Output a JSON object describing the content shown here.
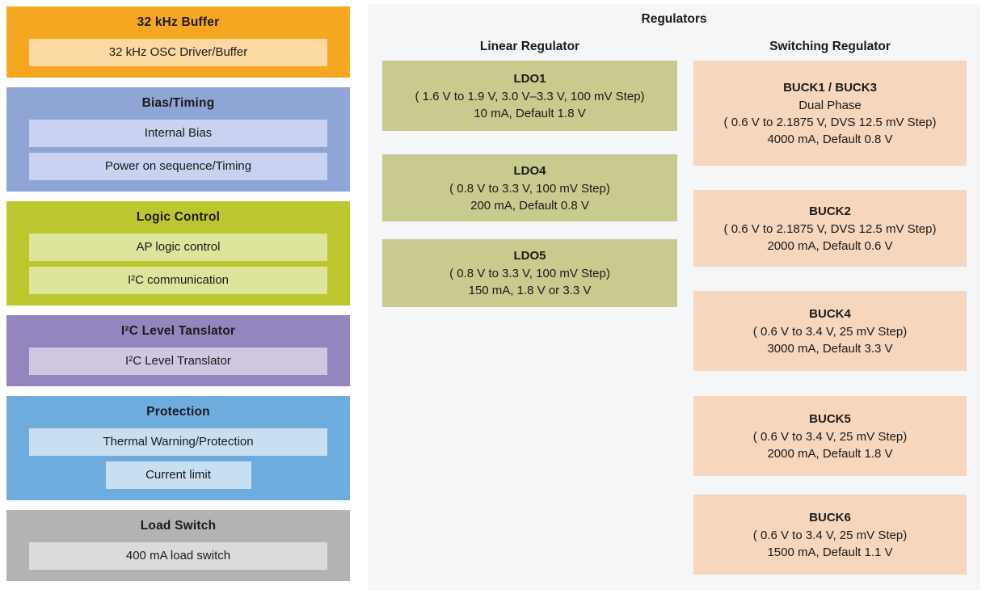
{
  "colors": {
    "panel_bg": "#F5F6F8",
    "linear_box": "#C9CA8E",
    "switching_box": "#F6D6BD",
    "text": "#1A1A1A"
  },
  "left_blocks": [
    {
      "title": "32 kHz Buffer",
      "bg": "#F6A721",
      "item_bg": "#FBD9A2",
      "items": [
        "32 kHz OSC Driver/Buffer"
      ]
    },
    {
      "title": "Bias/Timing",
      "bg": "#8FA5D6",
      "item_bg": "#C9D2F0",
      "items": [
        "Internal Bias",
        "Power on sequence/Timing"
      ]
    },
    {
      "title": "Logic Control",
      "bg": "#BCC72F",
      "item_bg": "#DEE49C",
      "items": [
        "AP logic control",
        "I²C communication"
      ]
    },
    {
      "title": "I²C Level Tanslator",
      "bg": "#9585BE",
      "item_bg": "#CFC6E2",
      "items": [
        "I²C Level Translator"
      ]
    },
    {
      "title": "Protection",
      "bg": "#6FACDE",
      "item_bg": "#C8DFF2",
      "items": [
        "Thermal Warning/Protection",
        "Current limit"
      ]
    },
    {
      "title": "Load Switch",
      "bg": "#B4B3B1",
      "item_bg": "#DCDBD9",
      "items": [
        "400 mA load switch"
      ]
    }
  ],
  "regulators": {
    "title": "Regulators",
    "columns": [
      {
        "header": "Linear Regulator",
        "color": "#C9CA8E",
        "blocks": [
          {
            "name": "LDO1",
            "lines": [
              "( 1.6 V to 1.9 V, 3.0 V–3.3 V, 100 mV Step)",
              "10 mA, Default 1.8 V"
            ]
          },
          {
            "name": "LDO4",
            "lines": [
              "( 0.8 V to 3.3 V, 100 mV Step)",
              "200 mA, Default 0.8 V"
            ]
          },
          {
            "name": "LDO5",
            "lines": [
              "( 0.8 V to 3.3 V, 100 mV Step)",
              "150 mA, 1.8 V or 3.3 V"
            ]
          }
        ]
      },
      {
        "header": "Switching Regulator",
        "color": "#F6D6BD",
        "blocks": [
          {
            "name": "BUCK1 / BUCK3",
            "lines": [
              "Dual Phase",
              "( 0.6 V to 2.1875 V, DVS 12.5 mV Step)",
              "4000 mA, Default 0.8 V"
            ]
          },
          {
            "name": "BUCK2",
            "lines": [
              "( 0.6 V to 2.1875 V, DVS 12.5 mV Step)",
              "2000 mA, Default 0.6 V"
            ]
          },
          {
            "name": "BUCK4",
            "lines": [
              "( 0.6 V to 3.4 V, 25 mV Step)",
              "3000 mA, Default 3.3 V"
            ]
          },
          {
            "name": "BUCK5",
            "lines": [
              "( 0.6 V to 3.4 V, 25 mV Step)",
              "2000 mA, Default 1.8 V"
            ]
          },
          {
            "name": "BUCK6",
            "lines": [
              "( 0.6 V to 3.4 V, 25 mV Step)",
              "1500 mA, Default 1.1 V"
            ]
          }
        ]
      }
    ]
  }
}
